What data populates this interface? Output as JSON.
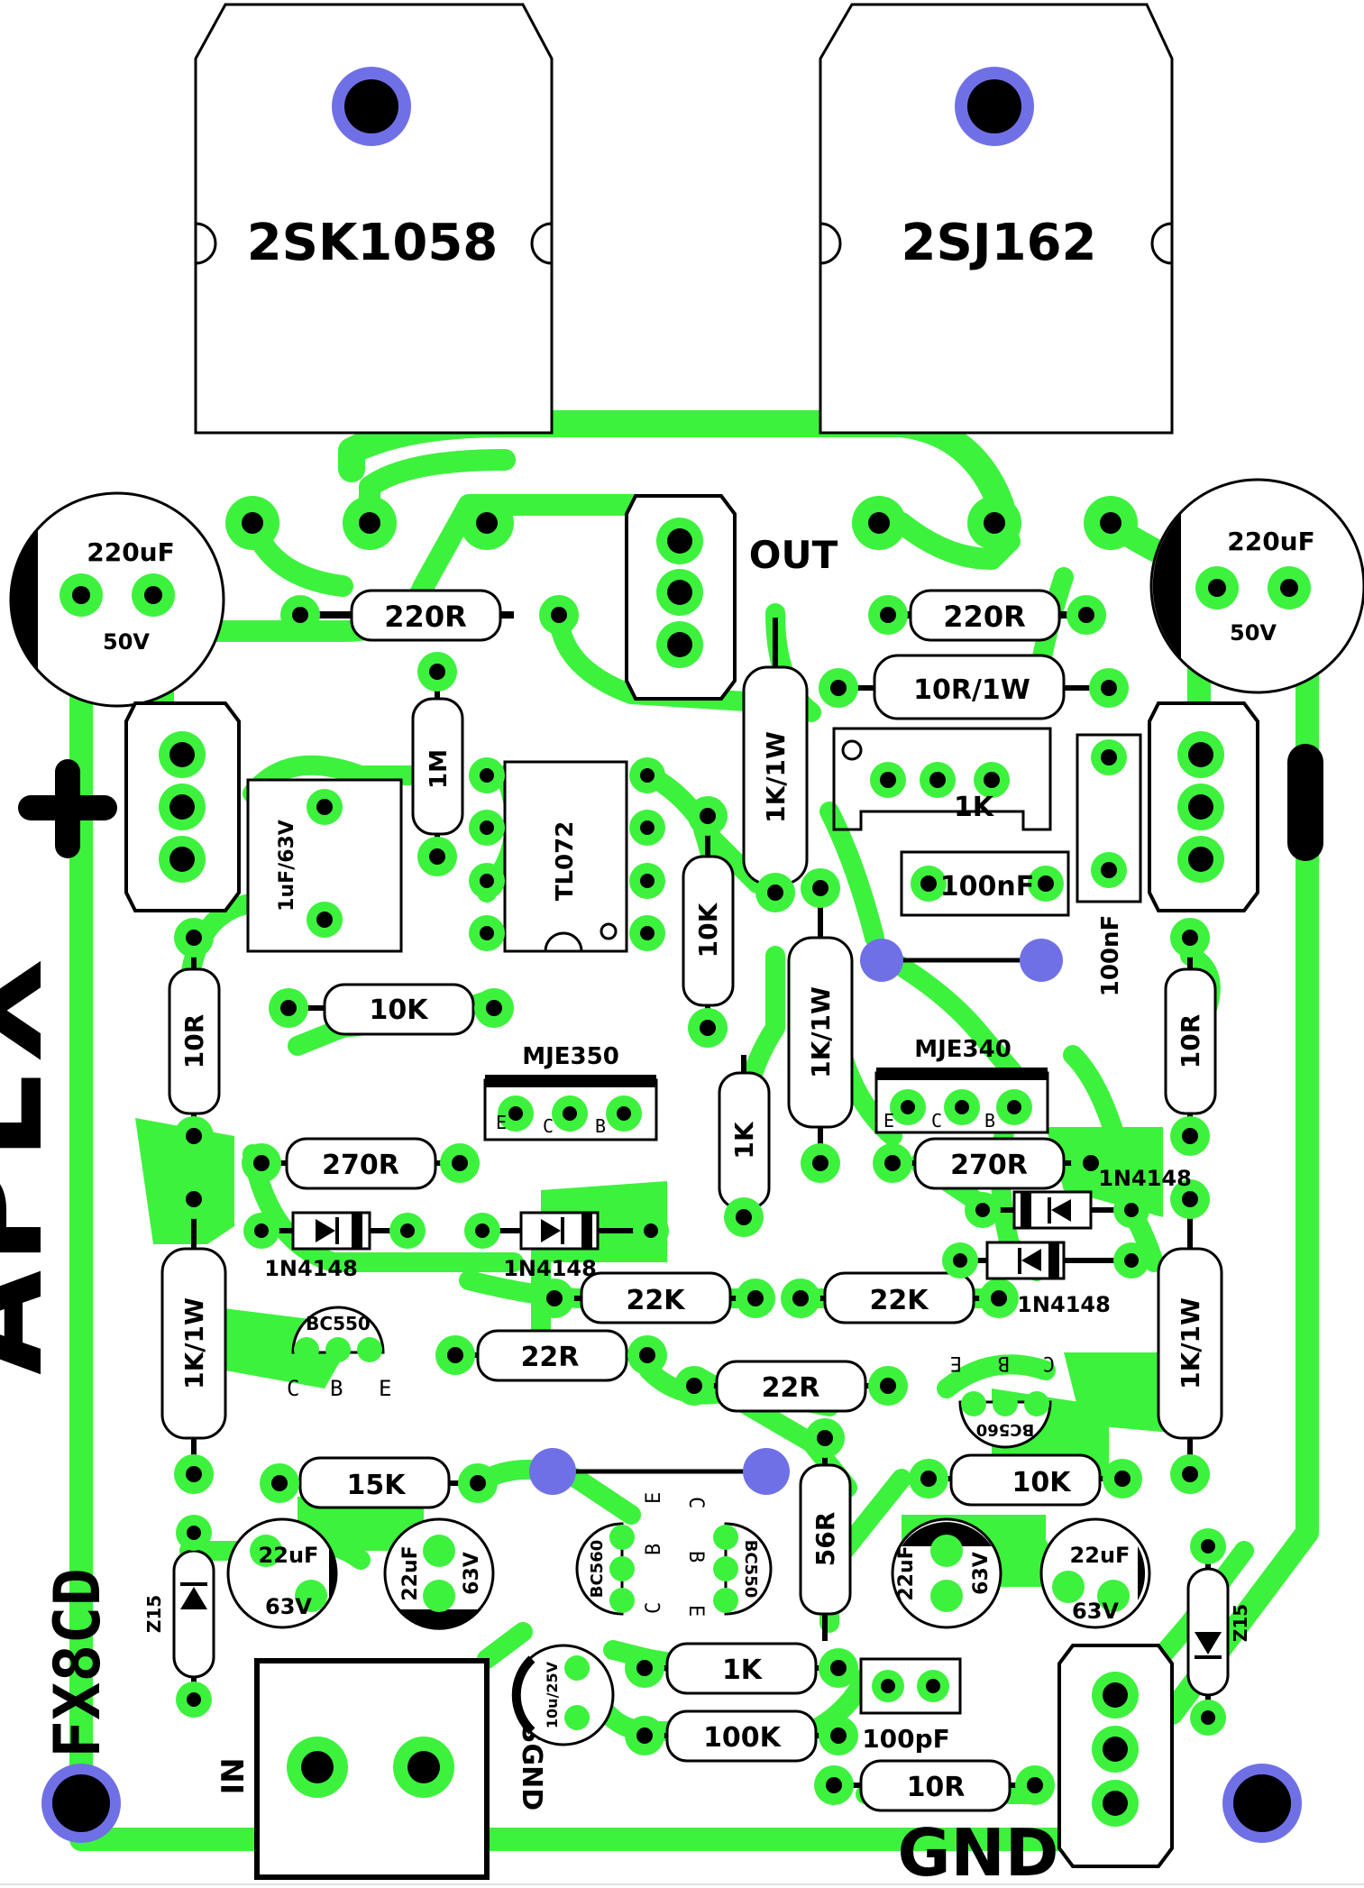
{
  "board": {
    "title": "APEX",
    "model": "FX8CD",
    "power_symbol": "+"
  },
  "transistors_power": [
    {
      "id": "q-nchan",
      "label": "2SK1058"
    },
    {
      "id": "q-pchan",
      "label": "2SJ162"
    }
  ],
  "connectors": {
    "out": "OUT",
    "in": "IN",
    "sgnd": "SGND",
    "gnd": "GND"
  },
  "drivers": [
    {
      "id": "mje350",
      "label": "MJE350",
      "pins": [
        "E",
        "C",
        "B"
      ]
    },
    {
      "id": "mje340",
      "label": "MJE340",
      "pins": [
        "E",
        "C",
        "B"
      ]
    }
  ],
  "ic": {
    "label": "TL072"
  },
  "small_transistors": {
    "bc550_left": {
      "label": "BC550",
      "pins": [
        "C",
        "B",
        "E"
      ]
    },
    "bc560_right": {
      "label": "BC560",
      "pins": [
        "E",
        "B",
        "C"
      ]
    },
    "bc560_mid": {
      "label": "BC560",
      "pins": [
        "E",
        "B",
        "C"
      ]
    },
    "bc550_mid": {
      "label": "BC550",
      "pins": [
        "C",
        "B",
        "E"
      ]
    }
  },
  "capacitors": {
    "c220_left": {
      "value": "220uF",
      "voltage": "50V"
    },
    "c220_right": {
      "value": "220uF",
      "voltage": "50V"
    },
    "c1uf": {
      "value": "1uF/63V"
    },
    "c100nf_h": {
      "value": "100nF"
    },
    "c100nf_v": {
      "value": "100nF"
    },
    "c22_left_a": {
      "value": "22uF",
      "voltage": "63V"
    },
    "c22_left_b": {
      "value": "22uF",
      "voltage": "63V"
    },
    "c22_right_a": {
      "value": "22uF",
      "voltage": "63V"
    },
    "c22_right_b": {
      "value": "22uF",
      "voltage": "63V"
    },
    "c10u": {
      "value": "10u/25V"
    },
    "c100pf": {
      "value": "100pF"
    }
  },
  "resistors": {
    "r220_left": "220R",
    "r220_right": "220R",
    "r10r1w": "10R/1W",
    "r1m": "1M",
    "r1k1w_top": "1K/1W",
    "r1k_trim": "1K",
    "r10k_vert": "10K",
    "r10k_left": "10K",
    "r1k1w_mid": "1K/1W",
    "r10r_left": "10R",
    "r10r_right": "10R",
    "r1k_mid": "1K",
    "r270_left": "270R",
    "r270_right": "270R",
    "r22k_left": "22K",
    "r22k_right": "22K",
    "r22r_left": "22R",
    "r22r_right": "22R",
    "r1k1w_left": "1K/1W",
    "r1k1w_right": "1K/1W",
    "r15k": "15K",
    "r10k_right": "10K",
    "r56r": "56R",
    "r1k_bottom": "1K",
    "r100k": "100K",
    "r10r_bottom": "10R"
  },
  "diodes": {
    "d1": "1N4148",
    "d2": "1N4148",
    "d3": "1N4148",
    "d4": "1N4148",
    "z_left": "Z15",
    "z_right": "Z15"
  },
  "colors": {
    "copper": "#3df23d",
    "via": "#7070e6",
    "silkscreen": "#000000",
    "background": "#ffffff"
  }
}
